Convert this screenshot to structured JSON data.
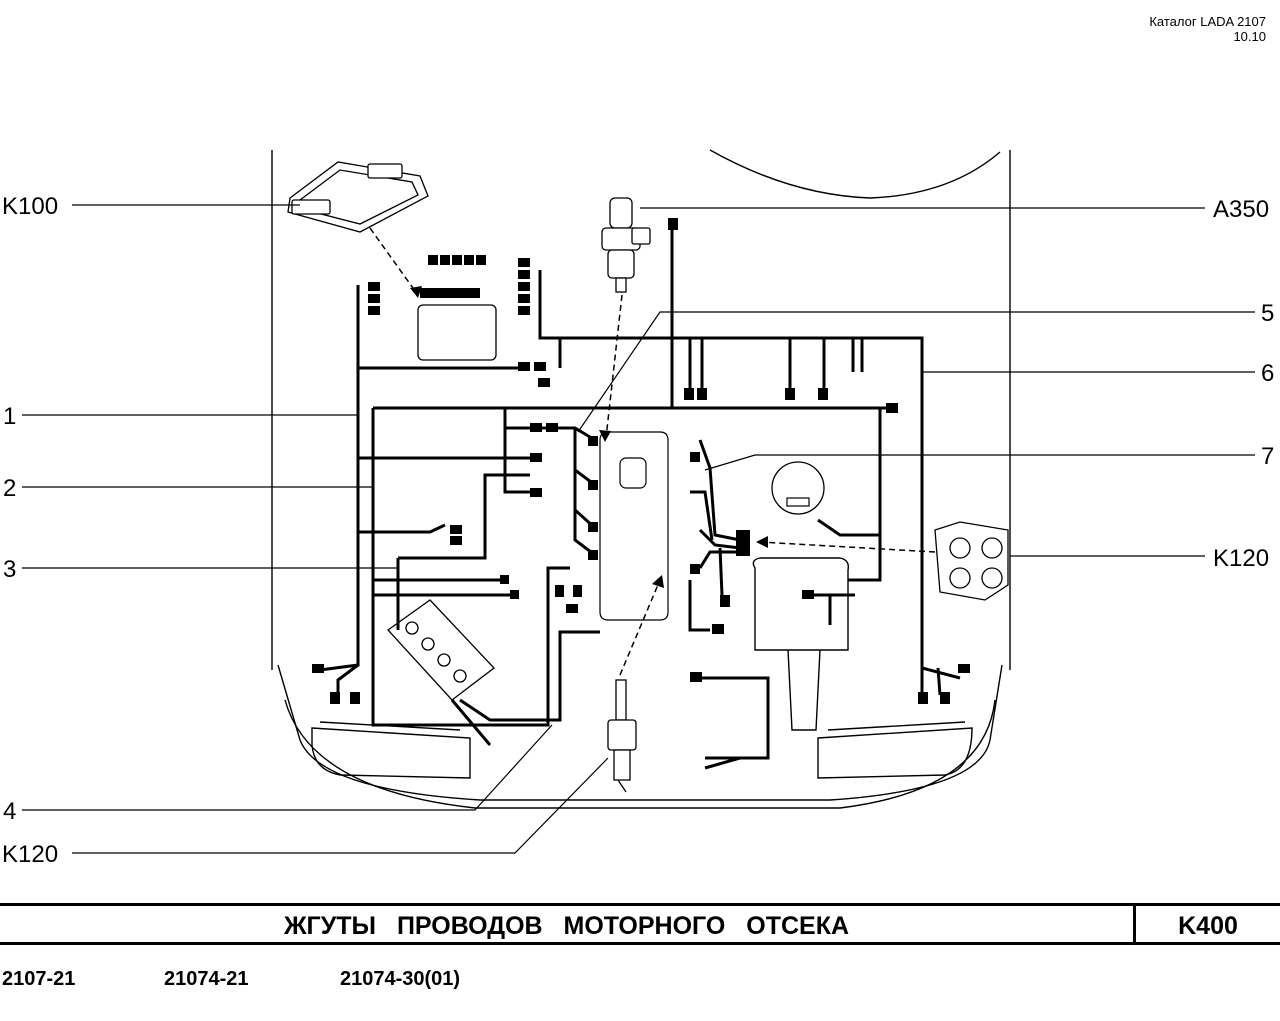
{
  "header": {
    "catalog": "Каталог LADA 2107",
    "page": "10.10"
  },
  "callouts": {
    "k100": "K100",
    "a350": "A350",
    "n1": "1",
    "n2": "2",
    "n3": "3",
    "n4": "4",
    "n5": "5",
    "n6": "6",
    "n7": "7",
    "k120_right": "K120",
    "k120_left": "K120"
  },
  "footer": {
    "title": "ЖГУТЫ ПРОВОДОВ МОТОРНОГО ОТСЕКА",
    "code": "K400",
    "models": [
      "2107-21",
      "21074-21",
      "21074-30(01)"
    ]
  }
}
